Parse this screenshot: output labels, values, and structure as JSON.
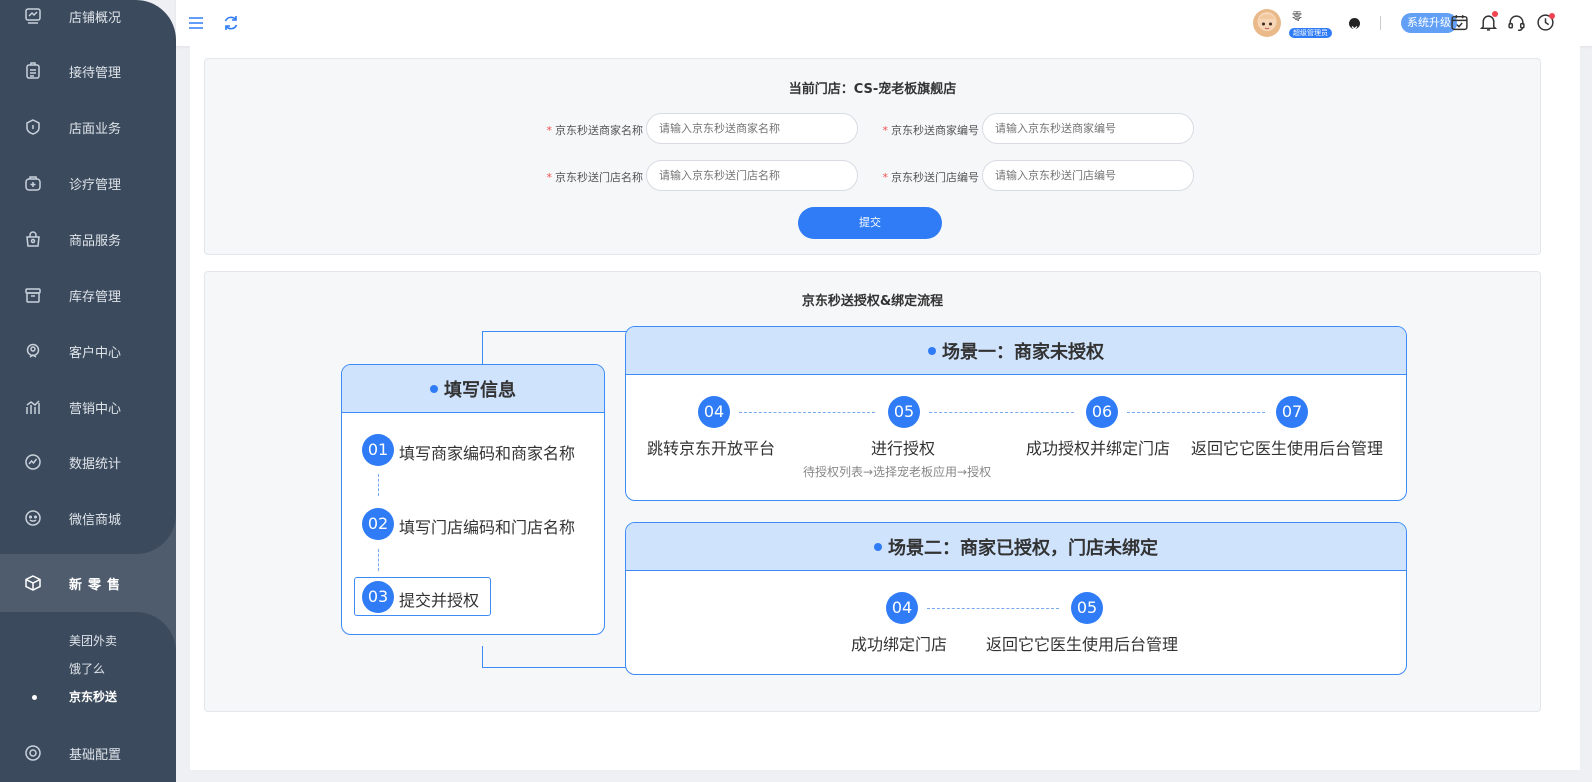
{
  "sidebar": {
    "items": [
      {
        "label": "店铺概况",
        "icon": "chart-board-icon"
      },
      {
        "label": "接待管理",
        "icon": "clipboard-icon"
      },
      {
        "label": "店面业务",
        "icon": "shield-home-icon"
      },
      {
        "label": "诊疗管理",
        "icon": "medical-kit-icon"
      },
      {
        "label": "商品服务",
        "icon": "shopping-bag-icon"
      },
      {
        "label": "库存管理",
        "icon": "archive-icon"
      },
      {
        "label": "客户中心",
        "icon": "user-badge-icon"
      },
      {
        "label": "营销中心",
        "icon": "bar-trend-icon"
      },
      {
        "label": "数据统计",
        "icon": "line-chart-icon"
      },
      {
        "label": "微信商城",
        "icon": "wechat-icon"
      },
      {
        "label": "新零售",
        "icon": "cube-box-icon"
      },
      {
        "label": "基础配置",
        "icon": "settings-ring-icon"
      }
    ],
    "sub_items": [
      {
        "label": "美团外卖"
      },
      {
        "label": "饿了么"
      },
      {
        "label": "京东秒送"
      }
    ]
  },
  "header": {
    "user_name": "零",
    "role": "超级管理员",
    "upgrade_label": "系统升级"
  },
  "form_card": {
    "title": "当前门店：CS-宠老板旗舰店",
    "fields": [
      {
        "label": "京东秒送商家名称",
        "placeholder": "请输入京东秒送商家名称"
      },
      {
        "label": "京东秒送商家编号",
        "placeholder": "请输入京东秒送商家编号"
      },
      {
        "label": "京东秒送门店名称",
        "placeholder": "请输入京东秒送门店名称"
      },
      {
        "label": "京东秒送门店编号",
        "placeholder": "请输入京东秒送门店编号"
      }
    ],
    "submit_label": "提交"
  },
  "flow_card": {
    "title": "京东秒送授权&绑定流程",
    "fill_info": {
      "title": "填写信息",
      "steps": [
        {
          "num": "01",
          "label": "填写商家编码和商家名称"
        },
        {
          "num": "02",
          "label": "填写门店编码和门店名称"
        },
        {
          "num": "03",
          "label": "提交并授权"
        }
      ]
    },
    "scene1": {
      "title": "场景一：商家未授权",
      "steps": [
        {
          "num": "04",
          "label": "跳转京东开放平台"
        },
        {
          "num": "05",
          "label": "进行授权"
        },
        {
          "num": "06",
          "label": "成功授权并绑定门店"
        },
        {
          "num": "07",
          "label": "返回它它医生使用后台管理"
        }
      ],
      "note": "待授权列表→选择宠老板应用→授权"
    },
    "scene2": {
      "title": "场景二：商家已授权，门店未绑定",
      "steps": [
        {
          "num": "04",
          "label": "成功绑定门店"
        },
        {
          "num": "05",
          "label": "返回它它医生使用后台管理"
        }
      ]
    }
  },
  "colors": {
    "primary": "#2f7cf6",
    "sidebar_bg": "#3b4a5c",
    "flow_head_bg": "#cfe3fd",
    "required": "#f35050"
  }
}
